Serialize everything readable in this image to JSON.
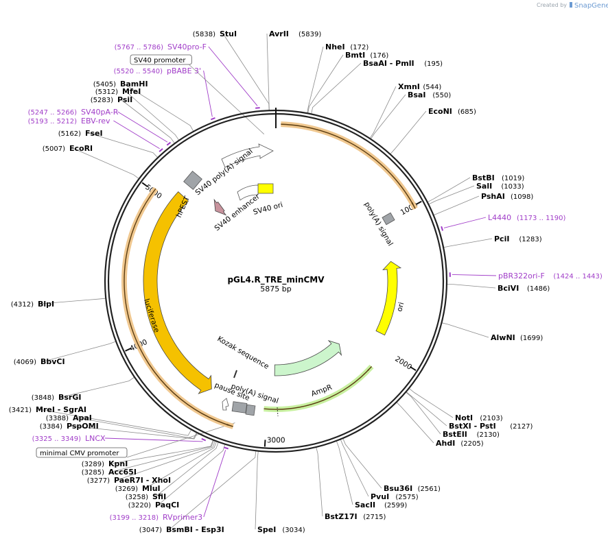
{
  "credit": {
    "prefix": "Created by",
    "brand": "SnapGene"
  },
  "plasmid": {
    "name": "pGL4.R_TRE_minCMV",
    "length": 5875,
    "length_label": "5875 bp"
  },
  "ticks": [
    "1000",
    "2000",
    "3000",
    "4000",
    "5000"
  ],
  "enzymes": [
    {
      "name": "StuI",
      "pos": "(5838)"
    },
    {
      "name": "AvrII",
      "pos": "(5839)"
    },
    {
      "name": "NheI",
      "pos": "(172)"
    },
    {
      "name": "BmtI",
      "pos": "(176)"
    },
    {
      "name": "BsaAI - PmlI",
      "pos": "(195)"
    },
    {
      "name": "XmnI",
      "pos": "(544)"
    },
    {
      "name": "BsaI",
      "pos": "(550)"
    },
    {
      "name": "EcoNI",
      "pos": "(685)"
    },
    {
      "name": "BstBI",
      "pos": "(1019)"
    },
    {
      "name": "SalI",
      "pos": "(1033)"
    },
    {
      "name": "PshAI",
      "pos": "(1098)"
    },
    {
      "name": "PciI",
      "pos": "(1283)"
    },
    {
      "name": "BciVI",
      "pos": "(1486)"
    },
    {
      "name": "AlwNI",
      "pos": "(1699)"
    },
    {
      "name": "NotI",
      "pos": "(2103)"
    },
    {
      "name": "BstXI - PstI",
      "pos": "(2127)"
    },
    {
      "name": "BstEII",
      "pos": "(2130)"
    },
    {
      "name": "AhdI",
      "pos": "(2205)"
    },
    {
      "name": "Bsu36I",
      "pos": "(2561)"
    },
    {
      "name": "PvuI",
      "pos": "(2575)"
    },
    {
      "name": "SacII",
      "pos": "(2599)"
    },
    {
      "name": "BstZ17I",
      "pos": "(2715)"
    },
    {
      "name": "SpeI",
      "pos": "(3034)"
    },
    {
      "name": "BsmBI - Esp3I",
      "pos": "(3047)"
    },
    {
      "name": "PaqCI",
      "pos": "(3220)"
    },
    {
      "name": "SfiI",
      "pos": "(3258)"
    },
    {
      "name": "MluI",
      "pos": "(3269)"
    },
    {
      "name": "PaeR7I - XhoI",
      "pos": "(3277)"
    },
    {
      "name": "Acc65I",
      "pos": "(3285)"
    },
    {
      "name": "KpnI",
      "pos": "(3289)"
    },
    {
      "name": "PspOMI",
      "pos": "(3384)"
    },
    {
      "name": "ApaI",
      "pos": "(3388)"
    },
    {
      "name": "MreI - SgrAI",
      "pos": "(3421)"
    },
    {
      "name": "BsrGI",
      "pos": "(3848)"
    },
    {
      "name": "BbvCI",
      "pos": "(4069)"
    },
    {
      "name": "BlpI",
      "pos": "(4312)"
    },
    {
      "name": "EcoRI",
      "pos": "(5007)"
    },
    {
      "name": "FseI",
      "pos": "(5162)"
    },
    {
      "name": "PsiI",
      "pos": "(5283)"
    },
    {
      "name": "MfeI",
      "pos": "(5312)"
    },
    {
      "name": "BamHI",
      "pos": "(5405)"
    }
  ],
  "primers": [
    {
      "name": "SV40pro-F",
      "pos": "(5767 .. 5786)"
    },
    {
      "name": "pBABE 3'",
      "pos": "(5520 .. 5540)"
    },
    {
      "name": "SV40pA-R",
      "pos": "(5247 .. 5266)"
    },
    {
      "name": "EBV-rev",
      "pos": "(5193 .. 5212)"
    },
    {
      "name": "L4440",
      "pos": "(1173 .. 1190)"
    },
    {
      "name": "pBR322ori-F",
      "pos": "(1424 .. 1443)"
    },
    {
      "name": "LNCX",
      "pos": "(3325 .. 3349)"
    },
    {
      "name": "RVprimer3",
      "pos": "(3199 .. 3218)"
    }
  ],
  "boxed_labels": [
    "SV40 promoter",
    "minimal CMV promoter"
  ],
  "features": {
    "sv40_polya": "SV40 poly(A) signal",
    "sv40_enhancer": "SV40 enhancer",
    "sv40_ori": "SV40 ori",
    "hpest": "hPEST",
    "luciferase": "luciferase",
    "polya_1": "poly(A) signal",
    "ori": "ori",
    "ampr": "AmpR",
    "kozak": "Kozak sequence",
    "polya_2": "poly(A) signal",
    "pause_site": "pause site"
  },
  "colors": {
    "luciferase": "#f5c100",
    "ori": "#ffff00",
    "ampr": "#ccf5cc",
    "hpest": "#c8939d",
    "gray": "#a0a4a8",
    "primer": "#a03cc8",
    "orf_orange": "#f0c890",
    "orf_green": "#c8f0a0"
  }
}
